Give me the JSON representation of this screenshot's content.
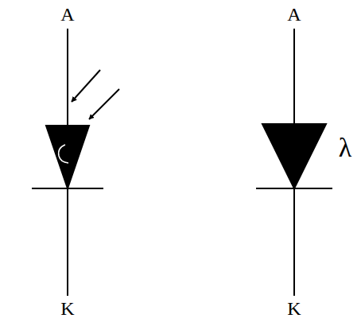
{
  "diagram": {
    "labels": [
      "A",
      "K",
      "A",
      "K",
      "λ"
    ]
  }
}
